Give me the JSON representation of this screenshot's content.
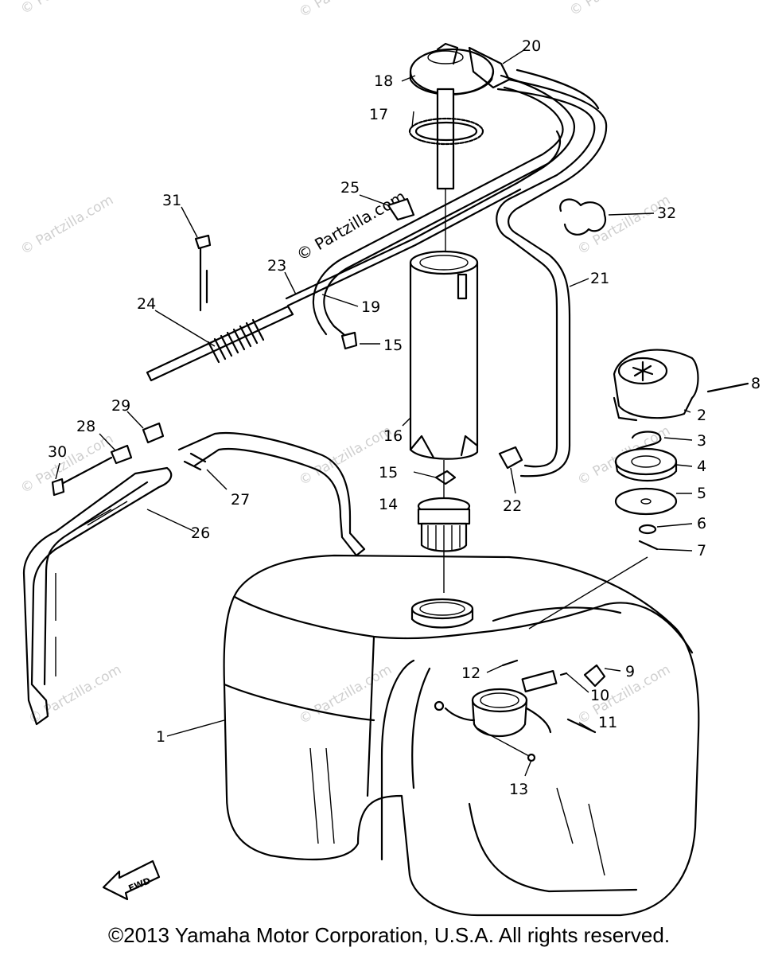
{
  "watermarks": {
    "text": "© Partzilla.com",
    "main_text": "© Partzilla.com"
  },
  "callouts": [
    "1",
    "2",
    "3",
    "4",
    "5",
    "6",
    "7",
    "8",
    "9",
    "10",
    "11",
    "12",
    "13",
    "14",
    "15",
    "15",
    "16",
    "17",
    "18",
    "19",
    "20",
    "21",
    "22",
    "23",
    "24",
    "25",
    "26",
    "27",
    "28",
    "29",
    "30",
    "31",
    "32"
  ],
  "fwd_label": "FWD",
  "copyright": "©2013 Yamaha Motor Corporation, U.S.A. All rights reserved."
}
